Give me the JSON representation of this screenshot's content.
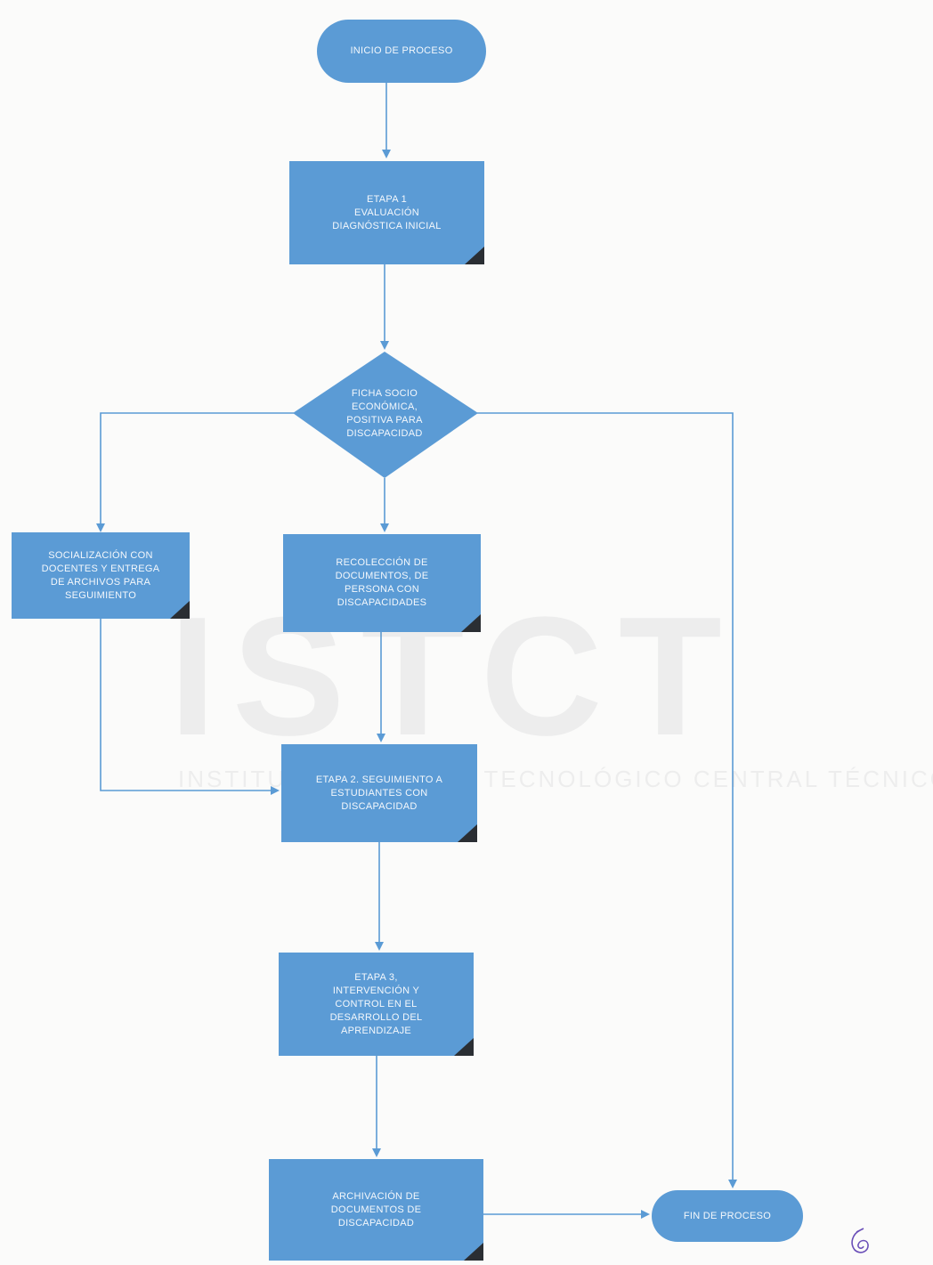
{
  "nodes": {
    "inicio": "INICIO DE PROCESO",
    "etapa1": "ETAPA 1\nEVALUACIÓN\nDIAGNÓSTICA INICIAL",
    "decision": "FICHA SOCIO\nECONÓMICA,\nPOSITIVA PARA\nDISCAPACIDAD",
    "socializacion": "SOCIALIZACIÓN CON\nDOCENTES Y ENTREGA\nDE ARCHIVOS PARA\nSEGUIMIENTO",
    "recoleccion": "RECOLECCIÓN DE\nDOCUMENTOS, DE\nPERSONA CON\nDISCAPACIDADES",
    "etapa2": "ETAPA 2. SEGUIMIENTO A\nESTUDIANTES CON\nDISCAPACIDAD",
    "etapa3": "ETAPA 3,\nINTERVENCIÓN Y\nCONTROL EN EL\nDESARROLLO DEL\nAPRENDIZAJE",
    "archivacion": "ARCHIVACIÓN DE\nDOCUMENTOS DE\nDISCAPACIDAD",
    "fin": "FIN DE PROCESO"
  },
  "watermark": {
    "logo": "ISTCT",
    "tagline": "INSTITUTO SUPERIOR TECNOLÓGICO CENTRAL TÉCNICO"
  },
  "colors": {
    "node_fill": "#5b9bd5",
    "connector": "#5b9bd5",
    "corner_mark": "#2a2e33",
    "text": "#f4f8fc"
  }
}
